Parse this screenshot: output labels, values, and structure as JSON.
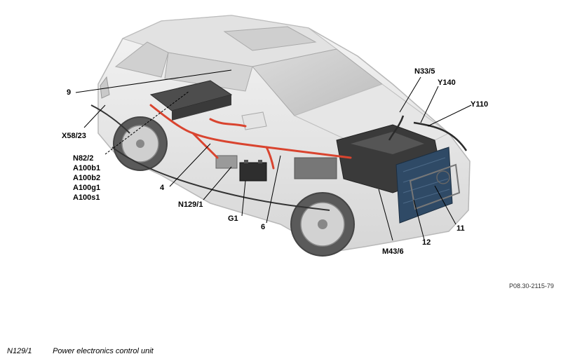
{
  "callouts": {
    "c9": "9",
    "x58_23": "X58/23",
    "n82_group": [
      "N82/2",
      "A100b1",
      "A100b2",
      "A100g1",
      "A100s1"
    ],
    "c4": "4",
    "n129_1": "N129/1",
    "g1": "G1",
    "c6": "6",
    "m43_6": "M43/6",
    "c12": "12",
    "c11": "11",
    "n33_5": "N33/5",
    "y140": "Y140",
    "y110": "Y110"
  },
  "reference_code": "P08.30-2115-79",
  "legend": {
    "code": "N129/1",
    "description": "Power electronics control unit"
  },
  "colors": {
    "hv_cable": "#d9442f",
    "car_body": "#e9e9e9",
    "body_outline": "#b8b8b8",
    "engine": "#3a3a3a",
    "radiator": "#2f4a66"
  }
}
